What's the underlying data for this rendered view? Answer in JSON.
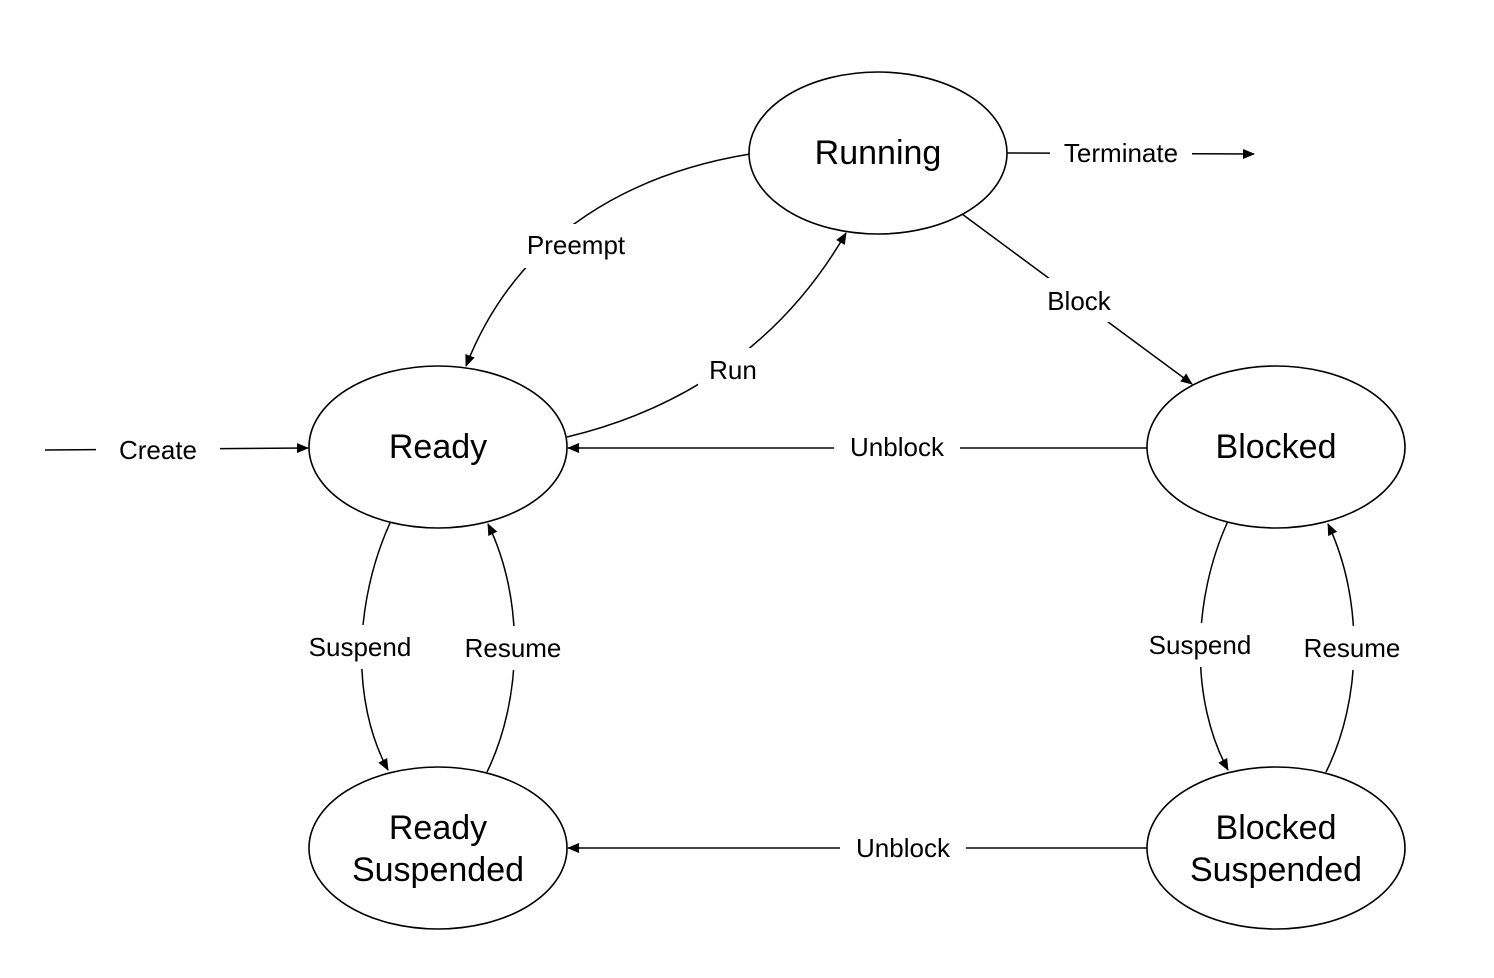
{
  "states": {
    "running": "Running",
    "ready": "Ready",
    "blocked": "Blocked",
    "ready_suspended": [
      "Ready",
      "Suspended"
    ],
    "blocked_suspended": [
      "Blocked",
      "Suspended"
    ]
  },
  "transitions": {
    "create": "Create",
    "terminate": "Terminate",
    "preempt": "Preempt",
    "run": "Run",
    "block": "Block",
    "unblock_top": "Unblock",
    "unblock_bottom": "Unblock",
    "suspend_left": "Suspend",
    "resume_left": "Resume",
    "suspend_right": "Suspend",
    "resume_right": "Resume"
  }
}
